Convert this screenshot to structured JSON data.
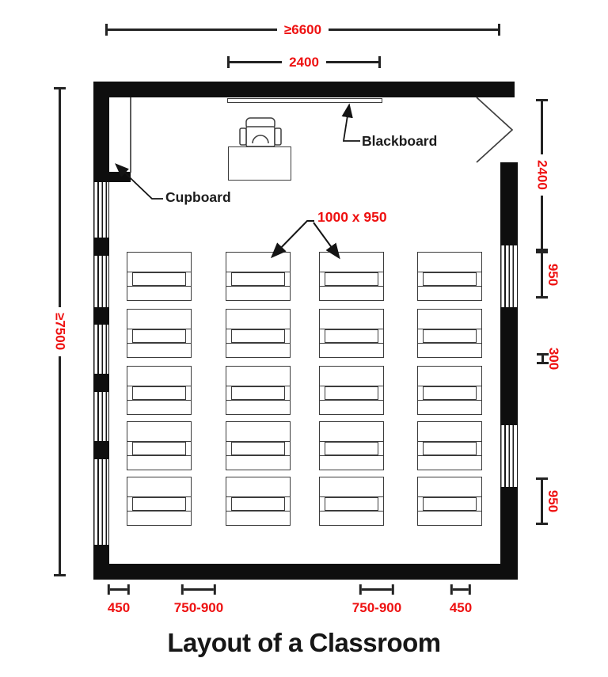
{
  "title": "Layout of a Classroom",
  "colors": {
    "dimension_red": "#ee1111",
    "wall_black": "#0e0e0e"
  },
  "annotations": {
    "blackboard_label": "Blackboard",
    "cupboard_label": "Cupboard",
    "desk_size_label": "1000 x 950"
  },
  "dimensions": {
    "room_width": "≥6600",
    "blackboard_width": "2400",
    "room_depth": "≥7500",
    "front_clearance": "2400",
    "first_row_desk_depth": "950",
    "row_spacing": "300",
    "last_row_desk_depth": "950",
    "left_aisle": "450",
    "left_center_aisle": "750-900",
    "right_center_aisle": "750-900",
    "right_aisle": "450"
  },
  "furniture": {
    "student_desk_rows": 5,
    "student_desk_columns": 4
  }
}
